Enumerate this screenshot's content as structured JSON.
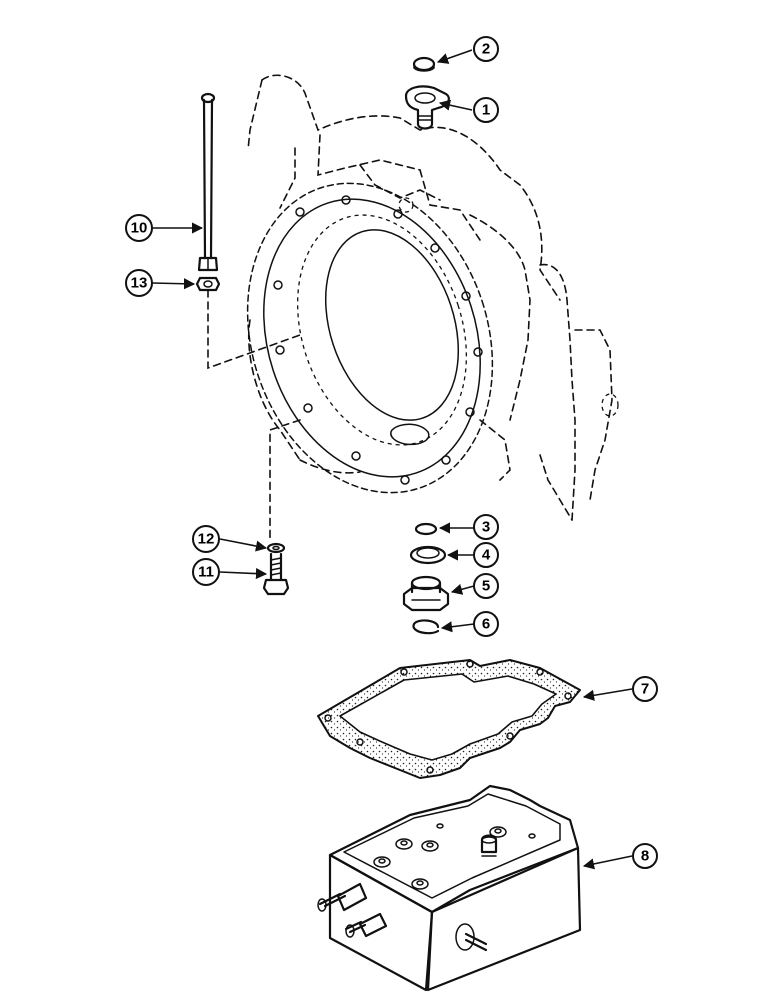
{
  "diagram": {
    "callouts": [
      {
        "label": "1"
      },
      {
        "label": "2"
      },
      {
        "label": "3"
      },
      {
        "label": "4"
      },
      {
        "label": "5"
      },
      {
        "label": "6"
      },
      {
        "label": "7"
      },
      {
        "label": "8"
      },
      {
        "label": "10"
      },
      {
        "label": "11"
      },
      {
        "label": "12"
      },
      {
        "label": "13"
      }
    ],
    "line_color": "#111111",
    "background_color": "#ffffff"
  }
}
